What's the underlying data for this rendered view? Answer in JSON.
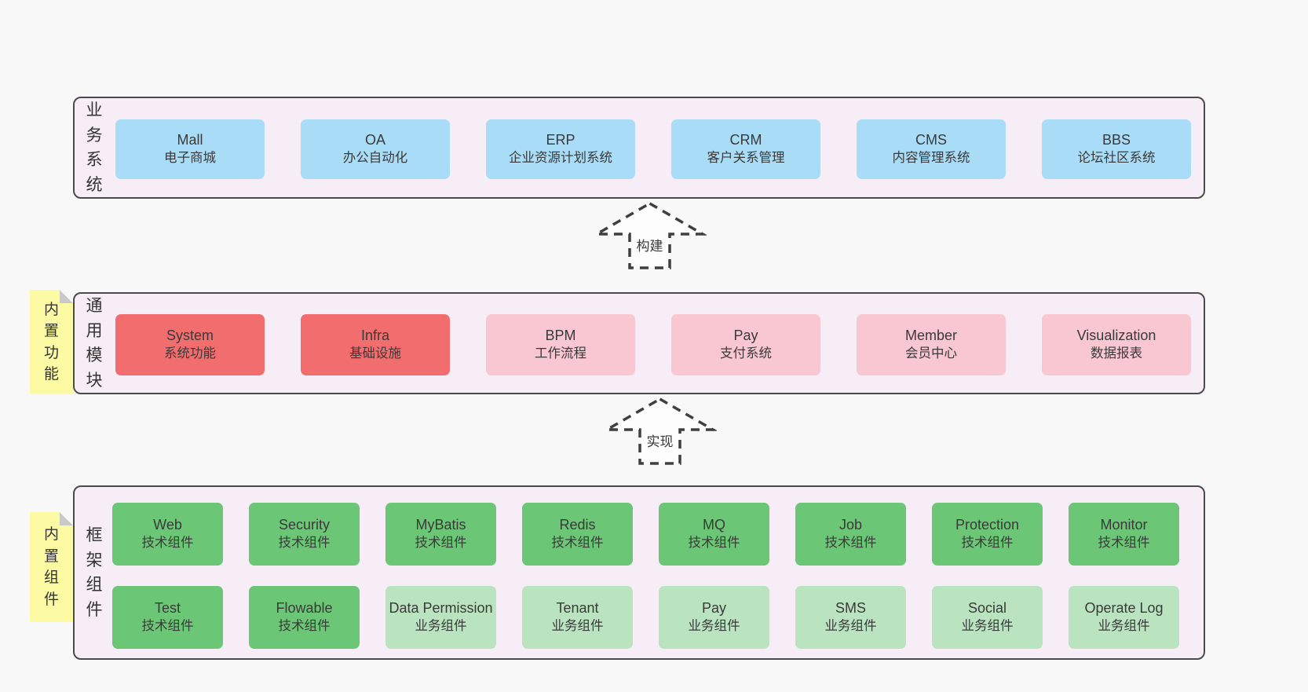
{
  "colors": {
    "page_bg": "#f8f8f8",
    "container_bg": "#f7edf6",
    "container_border": "#4b4b4b",
    "box_blue": "#a9dcf6",
    "box_red": "#f26e6e",
    "box_pink": "#f9c7d1",
    "box_green": "#6bc775",
    "box_green_light": "#bae4bf",
    "sticky_yellow": "#fcfaa3",
    "sticky_fold": "#c9c9c9",
    "arrow_dash": "#3f3f3f"
  },
  "arrows": [
    {
      "label": "构建"
    },
    {
      "label": "实现"
    }
  ],
  "layers": [
    {
      "label": "业务系统",
      "sticky": null,
      "rows": [
        [
          {
            "name": "Mall",
            "desc": "电子商城",
            "type": "blue"
          },
          {
            "name": "OA",
            "desc": "办公自动化",
            "type": "blue"
          },
          {
            "name": "ERP",
            "desc": "企业资源计划系统",
            "type": "blue"
          },
          {
            "name": "CRM",
            "desc": "客户关系管理",
            "type": "blue"
          },
          {
            "name": "CMS",
            "desc": "内容管理系统",
            "type": "blue"
          },
          {
            "name": "BBS",
            "desc": "论坛社区系统",
            "type": "blue"
          }
        ]
      ]
    },
    {
      "label": "通用模块",
      "sticky": "内置功能",
      "rows": [
        [
          {
            "name": "System",
            "desc": "系统功能",
            "type": "red"
          },
          {
            "name": "Infra",
            "desc": "基础设施",
            "type": "red"
          },
          {
            "name": "BPM",
            "desc": "工作流程",
            "type": "pink"
          },
          {
            "name": "Pay",
            "desc": "支付系统",
            "type": "pink"
          },
          {
            "name": "Member",
            "desc": "会员中心",
            "type": "pink"
          },
          {
            "name": "Visualization",
            "desc": "数据报表",
            "type": "pink"
          }
        ]
      ]
    },
    {
      "label": "框架组件",
      "sticky": "内置组件",
      "rows": [
        [
          {
            "name": "Web",
            "desc": "技术组件",
            "type": "green"
          },
          {
            "name": "Security",
            "desc": "技术组件",
            "type": "green"
          },
          {
            "name": "MyBatis",
            "desc": "技术组件",
            "type": "green"
          },
          {
            "name": "Redis",
            "desc": "技术组件",
            "type": "green"
          },
          {
            "name": "MQ",
            "desc": "技术组件",
            "type": "green"
          },
          {
            "name": "Job",
            "desc": "技术组件",
            "type": "green"
          },
          {
            "name": "Protection",
            "desc": "技术组件",
            "type": "green"
          },
          {
            "name": "Monitor",
            "desc": "技术组件",
            "type": "green"
          }
        ],
        [
          {
            "name": "Test",
            "desc": "技术组件",
            "type": "green"
          },
          {
            "name": "Flowable",
            "desc": "技术组件",
            "type": "green"
          },
          {
            "name": "Data Permission",
            "desc": "业务组件",
            "type": "green-light"
          },
          {
            "name": "Tenant",
            "desc": "业务组件",
            "type": "green-light"
          },
          {
            "name": "Pay",
            "desc": "业务组件",
            "type": "green-light"
          },
          {
            "name": "SMS",
            "desc": "业务组件",
            "type": "green-light"
          },
          {
            "name": "Social",
            "desc": "业务组件",
            "type": "green-light"
          },
          {
            "name": "Operate Log",
            "desc": "业务组件",
            "type": "green-light"
          }
        ]
      ]
    }
  ]
}
